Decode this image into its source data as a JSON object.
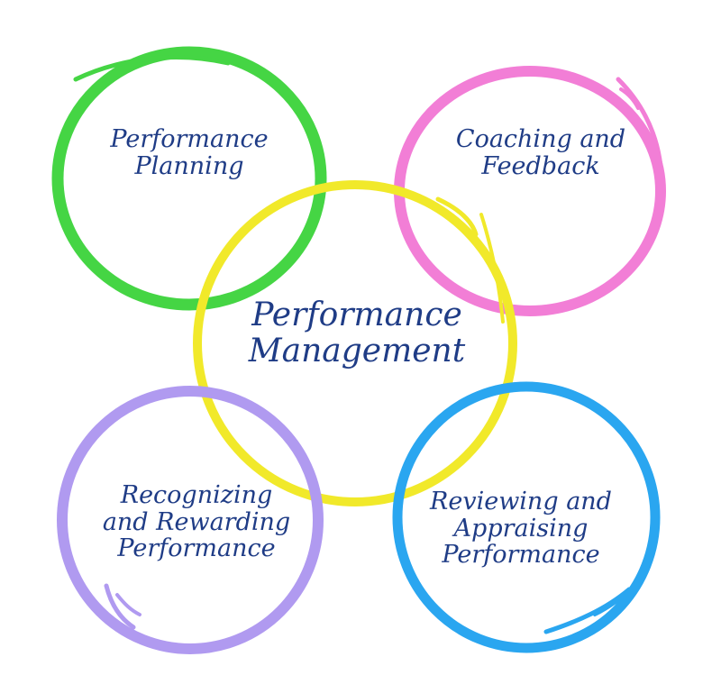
{
  "center": {
    "line1": "Performance",
    "line2": "Management",
    "color": "#f1e92a"
  },
  "top_left": {
    "line1": "Performance",
    "line2": "Planning",
    "color": "#45d544"
  },
  "top_right": {
    "line1": "Coaching and",
    "line2": "Feedback",
    "color": "#f27ed6"
  },
  "bottom_left": {
    "line1": "Recognizing",
    "line2": "and Rewarding",
    "line3": "Performance",
    "color": "#b09af0"
  },
  "bottom_right": {
    "line1": "Reviewing and",
    "line2": "Appraising",
    "line3": "Performance",
    "color": "#2aa6f0"
  },
  "text_color": "#1f3c86"
}
